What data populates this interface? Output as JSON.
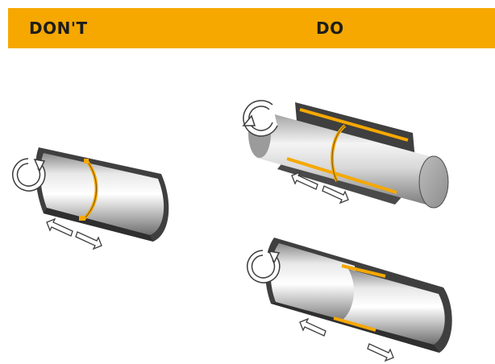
{
  "header": {
    "bar_color": "#f6a800",
    "dont_label": "DON'T",
    "do_label": "DO"
  },
  "colors": {
    "seam": "#f6a800",
    "pipe_dark": "#4a4a4a",
    "arrow_outline": "#3c3c3c"
  },
  "icons": [
    "rotation-arrow-icon",
    "push-pull-arrows-icon"
  ],
  "panels": [
    {
      "name": "dont",
      "description_visible": false
    },
    {
      "name": "do-top",
      "description_visible": false
    },
    {
      "name": "do-bottom",
      "description_visible": false
    }
  ]
}
